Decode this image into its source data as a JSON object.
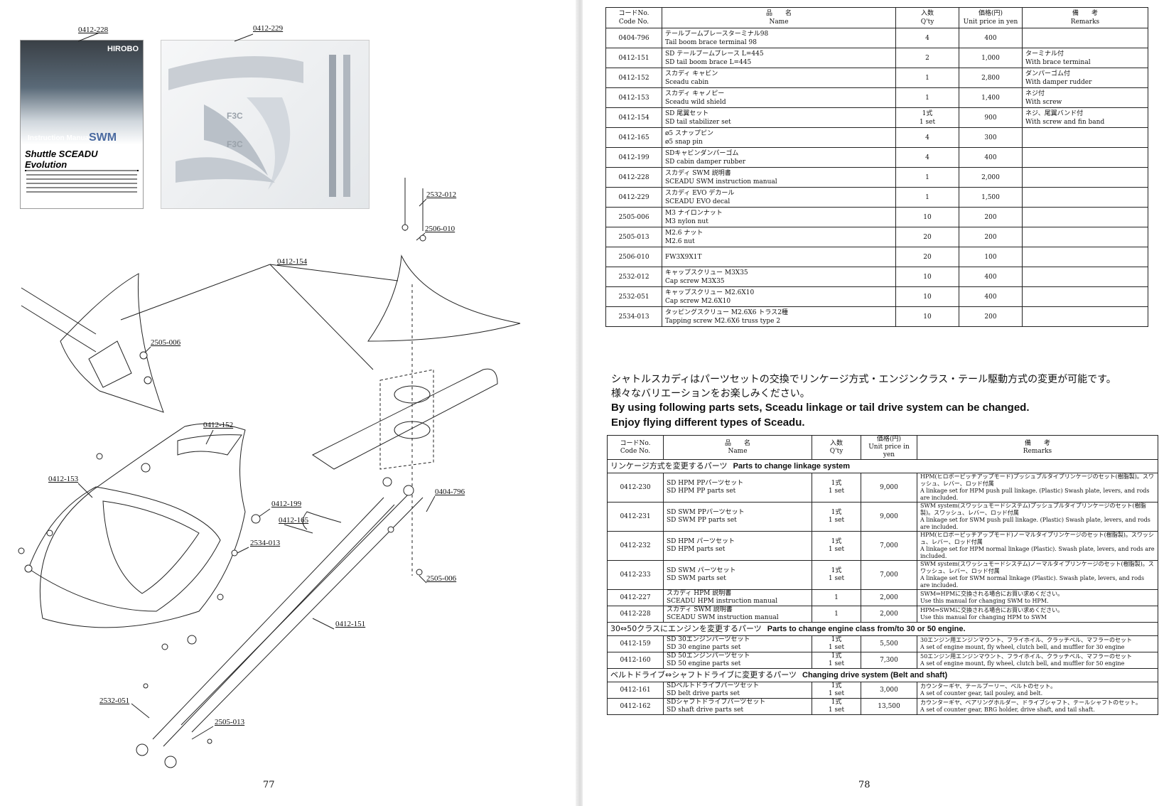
{
  "left_page": {
    "page_number": "77",
    "booklet": {
      "brand": "HIROBO",
      "subtitle": "Instruction Manual",
      "badge": "SWM",
      "title": "Shuttle SCEADU Evolution"
    },
    "callouts": [
      {
        "label": "0412-228"
      },
      {
        "label": "0412-229"
      },
      {
        "label": "2532-012"
      },
      {
        "label": "2506-010"
      },
      {
        "label": "0412-154"
      },
      {
        "label": "2505-006"
      },
      {
        "label": "0412-152"
      },
      {
        "label": "0412-153"
      },
      {
        "label": "0412-199"
      },
      {
        "label": "0412-165"
      },
      {
        "label": "0404-796"
      },
      {
        "label": "2534-013"
      },
      {
        "label": "2505-006"
      },
      {
        "label": "0412-151"
      },
      {
        "label": "2532-051"
      },
      {
        "label": "2505-013"
      }
    ]
  },
  "right_page": {
    "page_number": "78",
    "parts_table": {
      "headers": {
        "code": [
          "コードNo.",
          "Code No."
        ],
        "name": [
          "品　　名",
          "Name"
        ],
        "qty": [
          "入数",
          "Q'ty"
        ],
        "price": [
          "価格(円)",
          "Unit price in yen"
        ],
        "remarks": [
          "備　　考",
          "Remarks"
        ]
      },
      "rows": [
        {
          "code": "0404-796",
          "name_jp": "テールブームブレースターミナル98",
          "name_en": "Tail boom brace terminal 98",
          "qty": "4",
          "qty2": "",
          "price": "400",
          "remarks_jp": "",
          "remarks_en": ""
        },
        {
          "code": "0412-151",
          "name_jp": "SD テールブームブレース L=445",
          "name_en": "SD tail boom brace L=445",
          "qty": "2",
          "qty2": "",
          "price": "1,000",
          "remarks_jp": "ターミナル付",
          "remarks_en": "With brace terminal"
        },
        {
          "code": "0412-152",
          "name_jp": "スカディ キャビン",
          "name_en": "Sceadu cabin",
          "qty": "1",
          "qty2": "",
          "price": "2,800",
          "remarks_jp": "ダンパーゴム付",
          "remarks_en": "With damper rudder"
        },
        {
          "code": "0412-153",
          "name_jp": "スカディ キャノピー",
          "name_en": "Sceadu wild shield",
          "qty": "1",
          "qty2": "",
          "price": "1,400",
          "remarks_jp": "ネジ付",
          "remarks_en": "With screw"
        },
        {
          "code": "0412-154",
          "name_jp": "SD 尾翼セット",
          "name_en": "SD tail stabilizer set",
          "qty": "1式",
          "qty2": "1 set",
          "price": "900",
          "remarks_jp": "ネジ、尾翼バンド付",
          "remarks_en": "With screw and fin band"
        },
        {
          "code": "0412-165",
          "name_jp": "ø5 スナップピン",
          "name_en": "ø5 snap pin",
          "qty": "4",
          "qty2": "",
          "price": "300",
          "remarks_jp": "",
          "remarks_en": ""
        },
        {
          "code": "0412-199",
          "name_jp": "SDキャビンダンパーゴム",
          "name_en": "SD cabin damper rubber",
          "qty": "4",
          "qty2": "",
          "price": "400",
          "remarks_jp": "",
          "remarks_en": ""
        },
        {
          "code": "0412-228",
          "name_jp": "スカディ SWM 説明書",
          "name_en": "SCEADU SWM instruction manual",
          "qty": "1",
          "qty2": "",
          "price": "2,000",
          "remarks_jp": "",
          "remarks_en": ""
        },
        {
          "code": "0412-229",
          "name_jp": "スカディ EVO デカール",
          "name_en": "SCEADU EVO decal",
          "qty": "1",
          "qty2": "",
          "price": "1,500",
          "remarks_jp": "",
          "remarks_en": ""
        },
        {
          "code": "2505-006",
          "name_jp": "M3 ナイロンナット",
          "name_en": "M3 nylon nut",
          "qty": "10",
          "qty2": "",
          "price": "200",
          "remarks_jp": "",
          "remarks_en": ""
        },
        {
          "code": "2505-013",
          "name_jp": "M2.6 ナット",
          "name_en": "M2.6 nut",
          "qty": "20",
          "qty2": "",
          "price": "200",
          "remarks_jp": "",
          "remarks_en": ""
        },
        {
          "code": "2506-010",
          "name_jp": "FW3X9X1T",
          "name_en": "",
          "qty": "20",
          "qty2": "",
          "price": "100",
          "remarks_jp": "",
          "remarks_en": ""
        },
        {
          "code": "2532-012",
          "name_jp": "キャップスクリュー M3X35",
          "name_en": "Cap screw M3X35",
          "qty": "10",
          "qty2": "",
          "price": "400",
          "remarks_jp": "",
          "remarks_en": ""
        },
        {
          "code": "2532-051",
          "name_jp": "キャップスクリュー M2.6X10",
          "name_en": "Cap screw M2.6X10",
          "qty": "10",
          "qty2": "",
          "price": "400",
          "remarks_jp": "",
          "remarks_en": ""
        },
        {
          "code": "2534-013",
          "name_jp": "タッピングスクリュー M2.6X6 トラス2種",
          "name_en": "Tapping screw M2.6X6 truss type 2",
          "qty": "10",
          "qty2": "",
          "price": "200",
          "remarks_jp": "",
          "remarks_en": ""
        }
      ]
    },
    "intro": {
      "jp_line1": "シャトルスカディはパーツセットの交換でリンケージ方式・エンジンクラス・テール駆動方式の変更が可能です。",
      "jp_line2": "様々なバリエーションをお楽しみください。",
      "en_line1": "By using following parts sets, Sceadu linkage or tail drive system can be changed.",
      "en_line2": "Enjoy flying different types of Sceadu."
    },
    "sets_table": {
      "sections": [
        {
          "title_jp": "リンケージ方式を変更するパーツ",
          "title_en": "Parts to change linkage system",
          "rows": [
            {
              "code": "0412-230",
              "name_jp": "SD HPM PPパーツセット",
              "name_en": "SD HPM PP parts set",
              "qty": "1式",
              "qty2": "1 set",
              "price": "9,000",
              "remarks_jp": "HPM(ヒロボーピッチアップモード)プッシュプルタイプリンケージのセット(樹脂製)。スワッシュ、レバー、ロッド付属",
              "remarks_en": "A linkage set for HPM push pull linkage. (Plastic) Swash plate, levers, and rods are included."
            },
            {
              "code": "0412-231",
              "name_jp": "SD SWM PPパーツセット",
              "name_en": "SD SWM PP parts set",
              "qty": "1式",
              "qty2": "1 set",
              "price": "9,000",
              "remarks_jp": "SWM system(スワッシュモードシステム)プッシュプルタイプリンケージのセット(樹脂製)。スワッシュ、レバー、ロッド付属",
              "remarks_en": "A linkage set for SWM push pull linkage. (Plastic) Swash plate, levers, and rods are included."
            },
            {
              "code": "0412-232",
              "name_jp": "SD HPM パーツセット",
              "name_en": "SD HPM parts set",
              "qty": "1式",
              "qty2": "1 set",
              "price": "7,000",
              "remarks_jp": "HPM(ヒロボーピッチアップモード)ノーマルタイプリンケージのセット(樹脂製)。スワッシュ、レバー、ロッド付属",
              "remarks_en": "A linkage set for HPM normal linkage (Plastic). Swash plate, levers, and rods are included."
            },
            {
              "code": "0412-233",
              "name_jp": "SD SWM パーツセット",
              "name_en": "SD SWM parts set",
              "qty": "1式",
              "qty2": "1 set",
              "price": "7,000",
              "remarks_jp": "SWM system(スワッシュモードシステム)ノーマルタイプリンケージのセット(樹脂製)。スワッシュ、レバー、ロッド付属",
              "remarks_en": "A linkage set for SWM normal linkage (Plastic). Swash plate, levers, and rods are included."
            },
            {
              "code": "0412-227",
              "name_jp": "スカディ HPM 説明書",
              "name_en": "SCEADU HPM instruction manual",
              "qty": "1",
              "qty2": "",
              "price": "2,000",
              "remarks_jp": "SWM⇒HPMに交換される場合にお買い求めください。",
              "remarks_en": "Use this manual for changing SWM to HPM."
            },
            {
              "code": "0412-228",
              "name_jp": "スカディ SWM 説明書",
              "name_en": "SCEADU SWM instruction manual",
              "qty": "1",
              "qty2": "",
              "price": "2,000",
              "remarks_jp": "HPM⇒SWMに交換される場合にお買い求めください。",
              "remarks_en": "Use this manual for changing HPM to SWM"
            }
          ]
        },
        {
          "title_jp": "30⇔50クラスにエンジンを変更するパーツ",
          "title_en": "Parts to change engine class from/to 30 or 50 engine.",
          "rows": [
            {
              "code": "0412-159",
              "name_jp": "SD 30エンジンパーツセット",
              "name_en": "SD 30 engine parts set",
              "qty": "1式",
              "qty2": "1 set",
              "price": "5,500",
              "remarks_jp": "30エンジン用エンジンマウント、フライホイル、クラッチベル、マフラーのセット",
              "remarks_en": "A set of engine mount, fly wheel, clutch bell, and muffler for 30 engine"
            },
            {
              "code": "0412-160",
              "name_jp": "SD 50エンジンパーツセット",
              "name_en": "SD 50 engine parts set",
              "qty": "1式",
              "qty2": "1 set",
              "price": "7,300",
              "remarks_jp": "50エンジン用エンジンマウント、フライホイル、クラッチベル、マフラーのセット",
              "remarks_en": "A set of engine mount, fly wheel, clutch bell, and muffler for 50 engine"
            }
          ]
        },
        {
          "title_jp": "ベルトドライブ⇔シャフトドライブに変更するパーツ",
          "title_en": "Changing drive system (Belt and shaft)",
          "rows": [
            {
              "code": "0412-161",
              "name_jp": "SDベルトドライブパーツセット",
              "name_en": "SD belt drive parts set",
              "qty": "1式",
              "qty2": "1 set",
              "price": "3,000",
              "remarks_jp": "カウンターギヤ、テールプーリー、ベルトのセット。",
              "remarks_en": "A set of counter gear, tail pouley, and belt."
            },
            {
              "code": "0412-162",
              "name_jp": "SDシャフトドライブパーツセット",
              "name_en": "SD shaft drive parts set",
              "qty": "1式",
              "qty2": "1 set",
              "price": "13,500",
              "remarks_jp": "カウンターギヤ、ベアリングホルダー、ドライブシャフト、テールシャフトのセット。",
              "remarks_en": "A set of counter gear, BRG holder, drive shaft, and tail shaft."
            }
          ]
        }
      ]
    }
  }
}
